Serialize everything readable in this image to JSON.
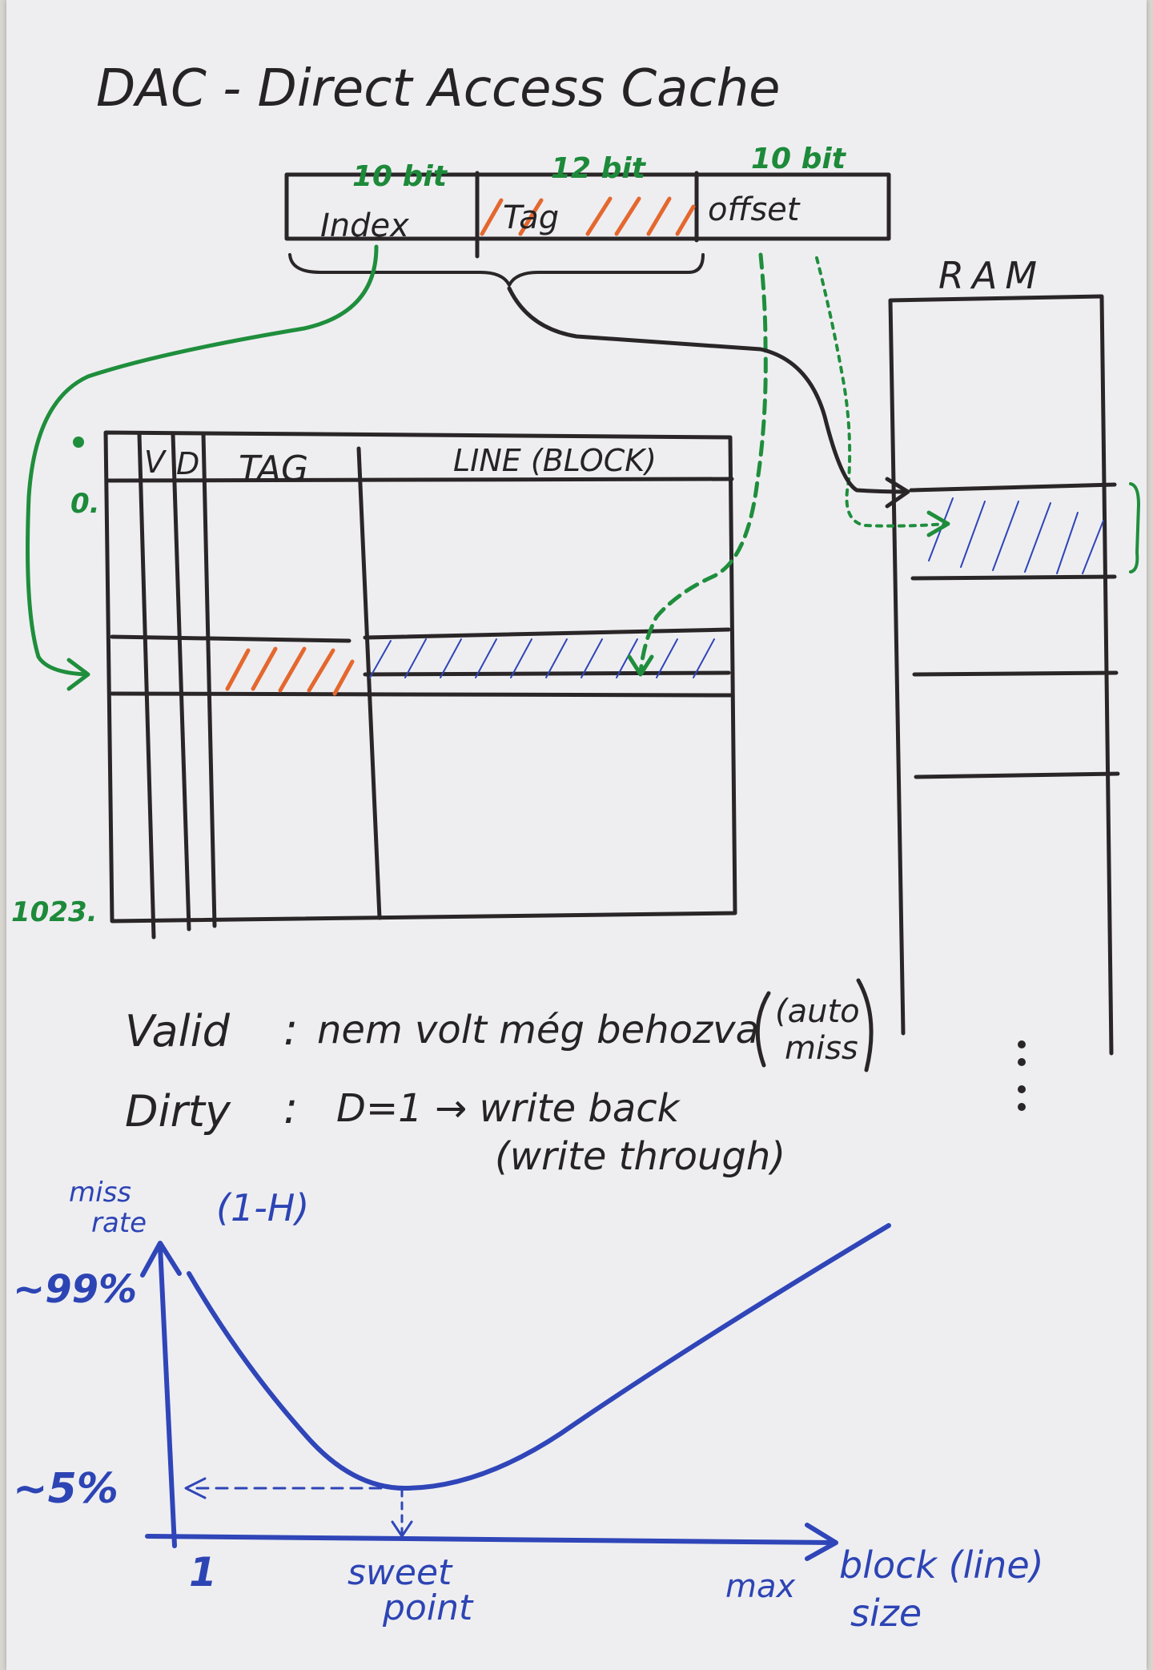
{
  "title": "DAC - Direct Access Cache",
  "address": {
    "fields": [
      {
        "label": "Index",
        "bits": "10 bit"
      },
      {
        "label": "Tag",
        "bits": "12 bit"
      },
      {
        "label": "offset",
        "bits": "10 bit"
      }
    ]
  },
  "ram": {
    "label": "RAM"
  },
  "cache_table": {
    "headers": {
      "v": "V",
      "d": "D",
      "tag": "TAG",
      "line": "LINE (BLOCK)"
    },
    "row_first": "0.",
    "row_last": "1023."
  },
  "notes": {
    "valid_label": "Valid",
    "valid_sep": ":",
    "valid_text": "nem volt még behozva",
    "valid_paren_1": "(auto",
    "valid_paren_2": "miss",
    "dirty_label": "Dirty",
    "dirty_sep": ":",
    "dirty_text": "D=1 → write back",
    "dirty_alt": "(write through)"
  },
  "graph": {
    "ylabel_1": "miss",
    "ylabel_2": "rate",
    "ylabel_3": "(1-H)",
    "y_high": "~99%",
    "y_low": "~5%",
    "x_one": "1",
    "x_sweet_1": "sweet",
    "x_sweet_2": "point",
    "x_max": "max",
    "xlabel_1": "block (line)",
    "xlabel_2": "size"
  },
  "colors": {
    "ink_black": "#2a2627",
    "ink_green": "#1f8e3c",
    "ink_blue": "#2f45b8",
    "ink_orange": "#e4682e",
    "paper": "#eeeef1"
  }
}
